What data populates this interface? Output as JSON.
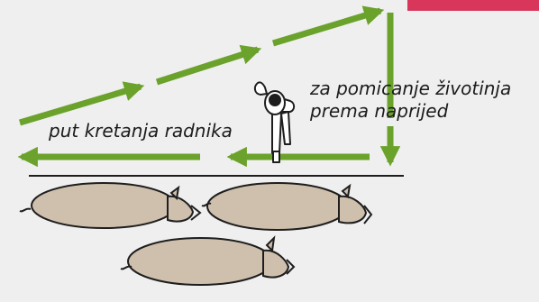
{
  "labels": {
    "forward_line1": "za pomicanje životinja",
    "forward_line2": "prema naprijed",
    "worker_path": "put kretanja radnika"
  },
  "colors": {
    "background": "#efefef",
    "arrow": "#6aa22c",
    "pig_fill": "#cfc0ad",
    "pig_stroke": "#1e1e1e",
    "corner_accent": "#d8365a",
    "fence": "#1e1e1e"
  },
  "icons": {
    "worker": "worker-topdown-icon",
    "arrow": "arrow-icon",
    "pig": "pig-icon"
  }
}
